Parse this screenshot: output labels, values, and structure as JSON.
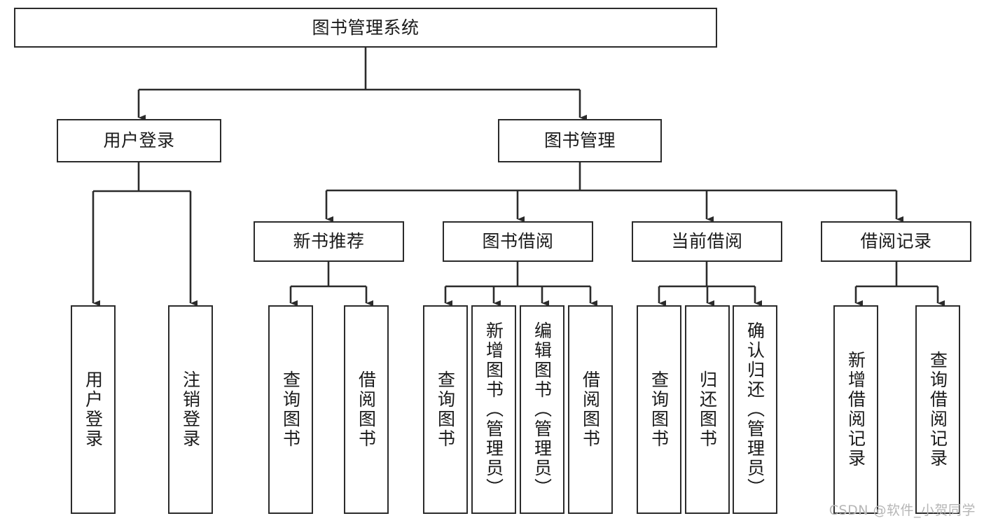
{
  "diagram": {
    "type": "tree-hierarchy-chart",
    "title": "图书管理系统",
    "colors": {
      "box_border": "#2b2b2b",
      "box_fill": "#ffffff",
      "connector": "#2b2b2b",
      "text": "#1a1a1a",
      "background": "#ffffff",
      "watermark": "#b6b6b6"
    },
    "nodes": {
      "root": {
        "label": "图书管理系统",
        "orientation": "horizontal"
      },
      "level2": [
        {
          "id": "user-login",
          "label": "用户登录",
          "orientation": "horizontal"
        },
        {
          "id": "book-management",
          "label": "图书管理",
          "orientation": "horizontal"
        }
      ],
      "level3": [
        {
          "id": "new-book-recommend",
          "label": "新书推荐",
          "orientation": "horizontal"
        },
        {
          "id": "book-borrow",
          "label": "图书借阅",
          "orientation": "horizontal"
        },
        {
          "id": "current-borrow",
          "label": "当前借阅",
          "orientation": "horizontal"
        },
        {
          "id": "borrow-record",
          "label": "借阅记录",
          "orientation": "horizontal"
        }
      ],
      "leaves": [
        {
          "id": "leaf-user-login",
          "label": "用户登录",
          "parent": "user-login",
          "orientation": "vertical"
        },
        {
          "id": "leaf-logout-login",
          "label": "注销登录",
          "parent": "user-login",
          "orientation": "vertical"
        },
        {
          "id": "leaf-query-book-1",
          "label": "查询图书",
          "parent": "new-book-recommend",
          "orientation": "vertical"
        },
        {
          "id": "leaf-borrow-book-1",
          "label": "借阅图书",
          "parent": "new-book-recommend",
          "orientation": "vertical"
        },
        {
          "id": "leaf-query-book-2",
          "label": "查询图书",
          "parent": "book-borrow",
          "orientation": "vertical"
        },
        {
          "id": "leaf-add-book",
          "label": "新增图书（管理员）",
          "parent": "book-borrow",
          "orientation": "vertical"
        },
        {
          "id": "leaf-edit-book",
          "label": "编辑图书（管理员）",
          "parent": "book-borrow",
          "orientation": "vertical"
        },
        {
          "id": "leaf-borrow-book-2",
          "label": "借阅图书",
          "parent": "book-borrow",
          "orientation": "vertical"
        },
        {
          "id": "leaf-query-book-3",
          "label": "查询图书",
          "parent": "current-borrow",
          "orientation": "vertical"
        },
        {
          "id": "leaf-return-book",
          "label": "归还图书",
          "parent": "current-borrow",
          "orientation": "vertical"
        },
        {
          "id": "leaf-confirm-return",
          "label": "确认归还（管理员）",
          "parent": "current-borrow",
          "orientation": "vertical"
        },
        {
          "id": "leaf-add-record",
          "label": "新增借阅记录",
          "parent": "borrow-record",
          "orientation": "vertical"
        },
        {
          "id": "leaf-query-record",
          "label": "查询借阅记录",
          "parent": "borrow-record",
          "orientation": "vertical"
        }
      ]
    },
    "watermark": "CSDN @软件_小贺同学"
  }
}
